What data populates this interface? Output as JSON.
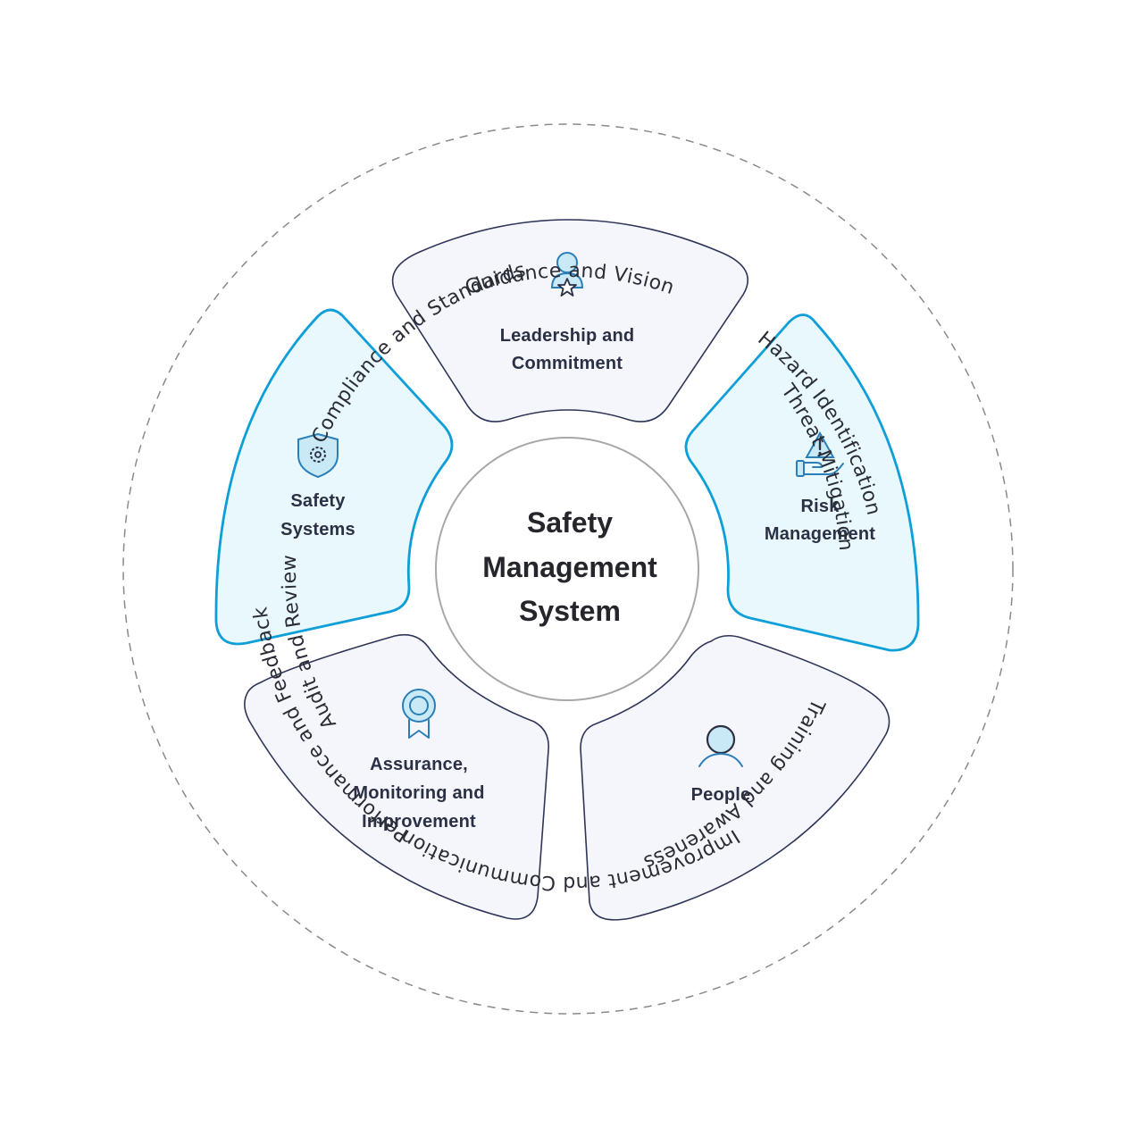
{
  "center": {
    "title_lines": [
      "Safety",
      "Management",
      "System"
    ]
  },
  "segments": [
    {
      "id": "leadership",
      "lines": [
        "Leadership and",
        "Commitment"
      ],
      "icon": "leader-star-icon",
      "style": "neutral"
    },
    {
      "id": "risk",
      "lines": [
        "Risk",
        "Management"
      ],
      "icon": "hazard-hand-icon",
      "style": "accent"
    },
    {
      "id": "people",
      "lines": [
        "People"
      ],
      "icon": "person-icon",
      "style": "neutral"
    },
    {
      "id": "assurance",
      "lines": [
        "Assurance,",
        "Monitoring and",
        "Improvement"
      ],
      "icon": "award-ribbon-icon",
      "style": "neutral"
    },
    {
      "id": "safety-systems",
      "lines": [
        "Safety",
        "Systems"
      ],
      "icon": "shield-gear-icon",
      "style": "accent"
    }
  ],
  "ring_labels": [
    {
      "id": "guidance",
      "text": "Guidance and Vision"
    },
    {
      "id": "hazard",
      "text": "Hazard Identification"
    },
    {
      "id": "threat",
      "text": "Threat Mitigation"
    },
    {
      "id": "training",
      "text": "Training and Awareness"
    },
    {
      "id": "improvement",
      "text": "Improvement and Communication"
    },
    {
      "id": "performance",
      "text": "Performance and Feedback"
    },
    {
      "id": "audit",
      "text": "Audit and Review"
    },
    {
      "id": "compliance",
      "text": "Compliance and Standards"
    }
  ],
  "colors": {
    "neutral_fill": "#f5f5fc",
    "neutral_stroke": "#2e3557",
    "accent_fill": "#e9f8fd",
    "accent_stroke": "#0f9fd8"
  }
}
